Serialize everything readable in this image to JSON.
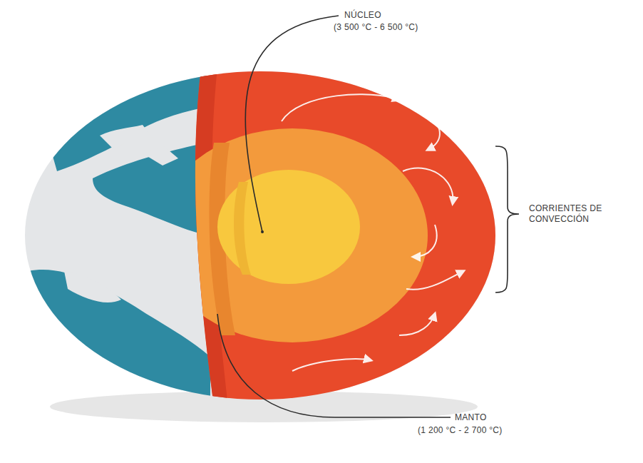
{
  "diagram": {
    "labels": [
      "NÚCLEO",
      "(3 500 °C - 6 500 °C)",
      "CORRIENTES DE CONVECCIÓN",
      "MANTO",
      "(1 200 °C - 2 700 °C)"
    ]
  }
}
